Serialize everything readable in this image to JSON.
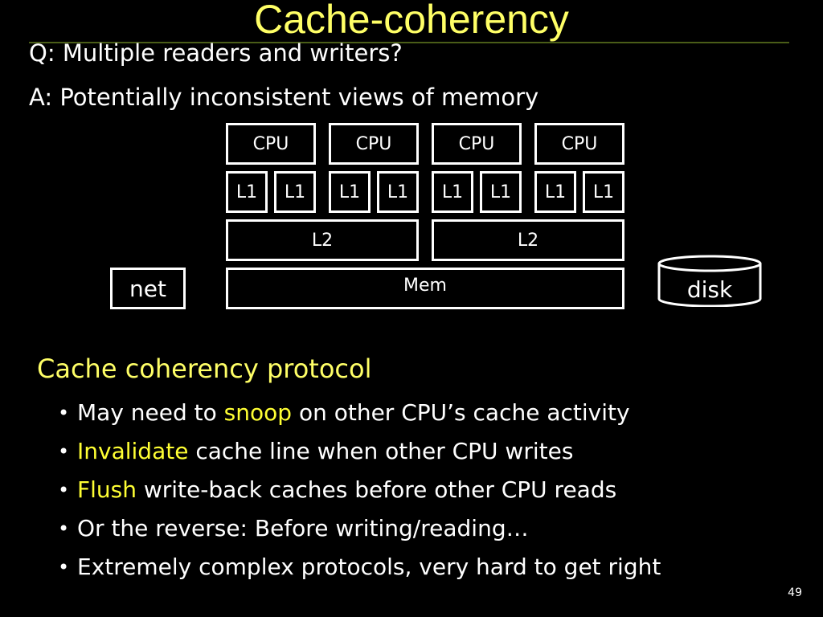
{
  "title": "Cache-coherency",
  "question": "Q: Multiple readers and writers?",
  "answer": "A: Potentially inconsistent views of memory",
  "diagram": {
    "cpus": [
      "CPU",
      "CPU",
      "CPU",
      "CPU"
    ],
    "l1": [
      "L1",
      "L1",
      "L1",
      "L1",
      "L1",
      "L1",
      "L1",
      "L1"
    ],
    "l2": [
      "L2",
      "L2"
    ],
    "mem": "Mem",
    "net": "net",
    "disk": "disk"
  },
  "protocol": {
    "heading": "Cache coherency protocol",
    "bullets": [
      {
        "pre": "May need to ",
        "hl": "snoop",
        "post": " on other CPU’s cache activity"
      },
      {
        "pre": "",
        "hl": "Invalidate",
        "post": " cache line when other CPU writes"
      },
      {
        "pre": "",
        "hl": "Flush",
        "post": " write-back caches before other CPU reads"
      },
      {
        "pre": "Or the reverse: Before writing/reading…",
        "hl": "",
        "post": ""
      },
      {
        "pre": "Extremely complex protocols, very hard to get right",
        "hl": "",
        "post": ""
      }
    ]
  },
  "page_number": "49",
  "colors": {
    "background": "#000000",
    "title": "#ffff66",
    "highlight": "#ffff33",
    "text": "#ffffff"
  }
}
